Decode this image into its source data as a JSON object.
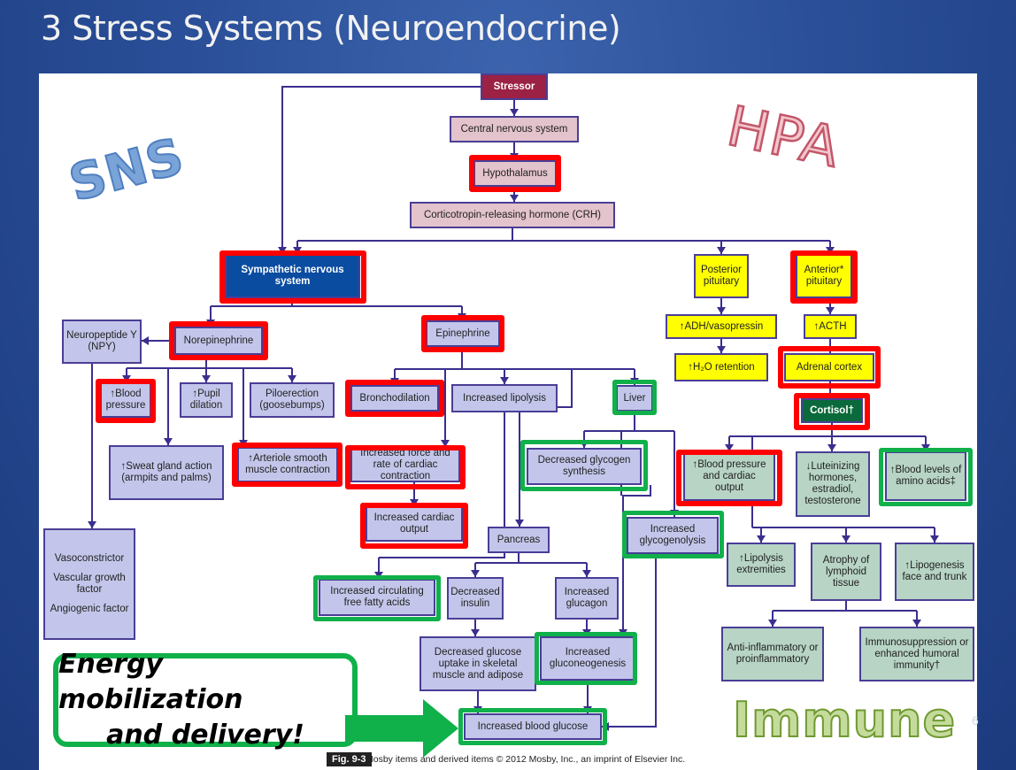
{
  "slide": {
    "title": "3 Stress Systems (Neuroendocrine)",
    "page_number": "6"
  },
  "watermarks": {
    "sns": "SNS",
    "hpa": "HPA",
    "immune": "Immune"
  },
  "callout": {
    "line1": "Energy mobilization",
    "line2": "and delivery!"
  },
  "figure": {
    "label": "Fig. 9-3",
    "credit": "Mosby items and derived items © 2012 Mosby, Inc., an imprint of Elsevier Inc."
  },
  "colors": {
    "highlight_red": "#ff0000",
    "highlight_green": "#10b04a",
    "slide_blue": "#2a4f98"
  },
  "nodes": {
    "stressor": "Stressor",
    "cns": "Central nervous system",
    "hypothalamus": "Hypothalamus",
    "crh": "Corticotropin-releasing hormone (CRH)",
    "sns": "Sympathetic nervous system",
    "posterior_pituitary": "Posterior pituitary",
    "anterior_pituitary": "Anterior* pituitary",
    "adh": "↑ADH/vasopressin",
    "acth": "↑ACTH",
    "h2o": "↑H₂O retention",
    "adrenal_cortex": "Adrenal cortex",
    "cortisol": "Cortisol†",
    "npy": "Neuropeptide Y (NPY)",
    "norepinephrine": "Norepinephrine",
    "epinephrine": "Epinephrine",
    "blood_pressure": "↑Blood pressure",
    "pupil": "↑Pupil dilation",
    "piloerection": "Piloerection (goosebumps)",
    "sweat": "↑Sweat gland action (armpits and palms)",
    "arteriole": "↑Arteriole smooth muscle contraction",
    "bronchodilation": "Bronchodilation",
    "lipolysis": "Increased lipolysis",
    "liver": "Liver",
    "cardiac_force": "Increased force and rate of cardiac contraction",
    "glycogen_synth": "Decreased glycogen synthesis",
    "cardiac_output": "Increased cardiac output",
    "pancreas": "Pancreas",
    "glycogenolysis": "Increased glycogenolysis",
    "npy_effects": [
      "Vasoconstrictor",
      "Vascular growth factor",
      "Angiogenic factor"
    ],
    "ffa": "Increased circulating free fatty acids",
    "dec_insulin": "Decreased insulin",
    "inc_glucagon": "Increased glucagon",
    "dec_glucose_uptake": "Decreased glucose uptake in skeletal muscle and adipose",
    "gluconeogenesis": "Increased gluconeogenesis",
    "blood_glucose": "Increased blood glucose",
    "bp_cardiac": "↑Blood pressure and cardiac output",
    "luteinizing": "↓Luteinizing hormones, estradiol, testosterone",
    "amino_acids": "↑Blood levels of amino acids‡",
    "lipolysis_ext": "↑Lipolysis extremities",
    "atrophy": "Atrophy of lymphoid tissue",
    "lipogenesis": "↑Lipogenesis face and trunk",
    "anti_inflam": "Anti-inflammatory or proinflammatory",
    "immunosupp": "Immunosuppression or enhanced humoral immunity†"
  }
}
